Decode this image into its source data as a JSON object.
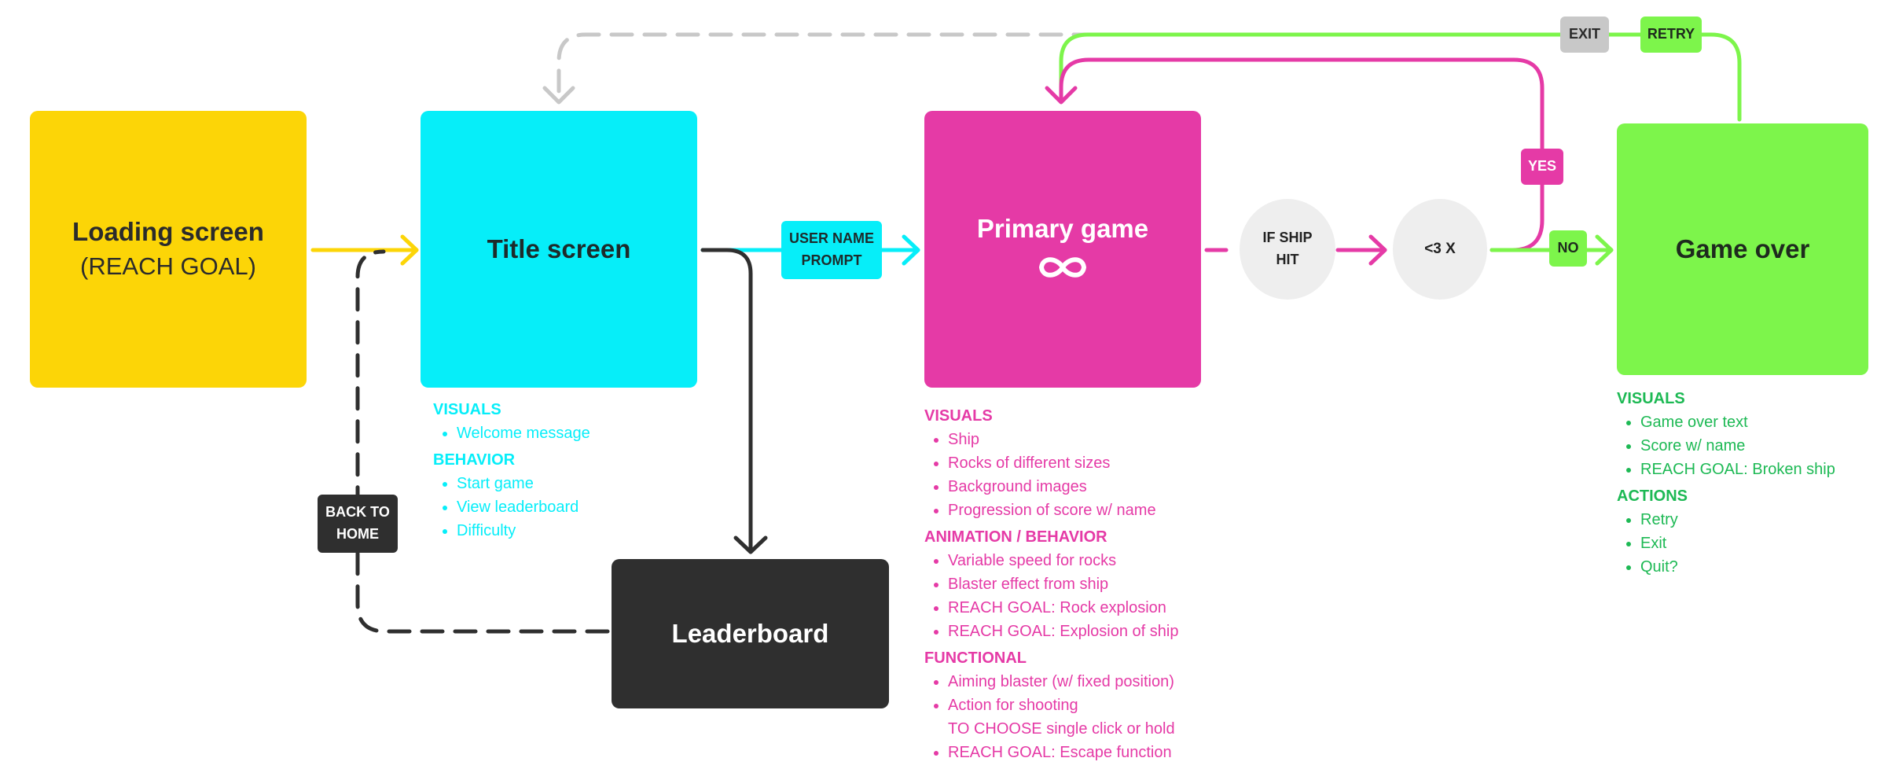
{
  "boxes": {
    "loading": {
      "title": "Loading screen",
      "subtitle": "(REACH GOAL)",
      "color": "#FCD507"
    },
    "title_screen": {
      "title": "Title screen",
      "color": "#06EEF9"
    },
    "primary": {
      "title": "Primary game",
      "icon": "infinity-icon",
      "color": "#E53AA6"
    },
    "game_over": {
      "title": "Game over",
      "color": "#7DF54B"
    },
    "leaderboard": {
      "title": "Leaderboard",
      "color": "#2F2F2F"
    }
  },
  "labels": {
    "user_name_prompt": "USER NAME\nPROMPT",
    "back_to_home": "BACK TO\nHOME",
    "if_ship_hit": "IF SHIP\nHIT",
    "lives_check": "<3 X",
    "yes": "YES",
    "no": "NO",
    "exit": "EXIT",
    "retry": "RETRY"
  },
  "notes": {
    "title_screen": [
      {
        "heading": "VISUALS",
        "items": [
          "Welcome message"
        ]
      },
      {
        "heading": "BEHAVIOR",
        "items": [
          "Start game",
          "View leaderboard",
          "Difficulty"
        ]
      }
    ],
    "primary": [
      {
        "heading": "VISUALS",
        "items": [
          "Ship",
          "Rocks of different sizes",
          "Background images",
          "Progression of score w/ name"
        ]
      },
      {
        "heading": "ANIMATION / BEHAVIOR",
        "items": [
          "Variable speed for rocks",
          "Blaster effect from ship",
          "REACH GOAL: Rock explosion",
          "REACH GOAL: Explosion of ship"
        ]
      },
      {
        "heading": "FUNCTIONAL",
        "items": [
          "Aiming blaster (w/ fixed position)",
          "Action for shooting\nTO CHOOSE single click or hold",
          "REACH GOAL: Escape function"
        ]
      }
    ],
    "game_over": [
      {
        "heading": "VISUALS",
        "items": [
          "Game over text",
          "Score w/ name",
          "REACH GOAL: Broken ship"
        ]
      },
      {
        "heading": "ACTIONS",
        "items": [
          "Retry",
          "Exit",
          "Quit?"
        ]
      }
    ]
  },
  "colors": {
    "yellow": "#FCD507",
    "cyan": "#06EEF9",
    "magenta": "#E53AA6",
    "green": "#7DF54B",
    "green_text": "#1DB954",
    "dark": "#2F2F2F",
    "gray": "#C8C8C8"
  }
}
